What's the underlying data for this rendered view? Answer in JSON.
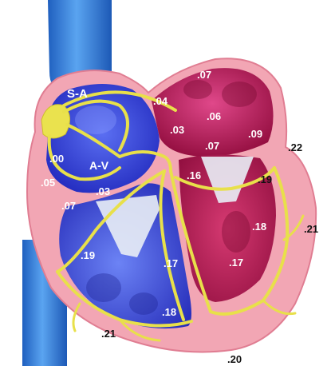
{
  "node_labels": {
    "sa": "S-A",
    "av": "A-V"
  },
  "timing_labels": [
    {
      "id": "t-007-top",
      "text": ".07",
      "color": "white"
    },
    {
      "id": "t-004",
      "text": ".04",
      "color": "white"
    },
    {
      "id": "t-006",
      "text": ".06",
      "color": "white"
    },
    {
      "id": "t-003-la",
      "text": ".03",
      "color": "white"
    },
    {
      "id": "t-009",
      "text": ".09",
      "color": "white"
    },
    {
      "id": "t-007-la",
      "text": ".07",
      "color": "white"
    },
    {
      "id": "t-022",
      "text": ".22",
      "color": "black"
    },
    {
      "id": "t-000",
      "text": ".00",
      "color": "white"
    },
    {
      "id": "t-016",
      "text": ".16",
      "color": "white"
    },
    {
      "id": "t-019-lv",
      "text": ".19",
      "color": "black"
    },
    {
      "id": "t-005",
      "text": ".05",
      "color": "white"
    },
    {
      "id": "t-003-av",
      "text": ".03",
      "color": "white"
    },
    {
      "id": "t-007-ra",
      "text": ".07",
      "color": "white"
    },
    {
      "id": "t-018-lv",
      "text": ".18",
      "color": "white"
    },
    {
      "id": "t-021-right",
      "text": ".21",
      "color": "black"
    },
    {
      "id": "t-019-rv",
      "text": ".19",
      "color": "white"
    },
    {
      "id": "t-017-rv",
      "text": ".17",
      "color": "white"
    },
    {
      "id": "t-017-lv",
      "text": ".17",
      "color": "white"
    },
    {
      "id": "t-018-rv",
      "text": ".18",
      "color": "white"
    },
    {
      "id": "t-021-bottom",
      "text": ".21",
      "color": "black"
    },
    {
      "id": "t-020",
      "text": ".20",
      "color": "black"
    }
  ],
  "colors": {
    "vessel": "#2f7fd6",
    "right_heart": "#2f3fd0",
    "left_heart": "#b4124e",
    "myocardium": "#f2a6b4",
    "conduction": "#e8e04a"
  }
}
